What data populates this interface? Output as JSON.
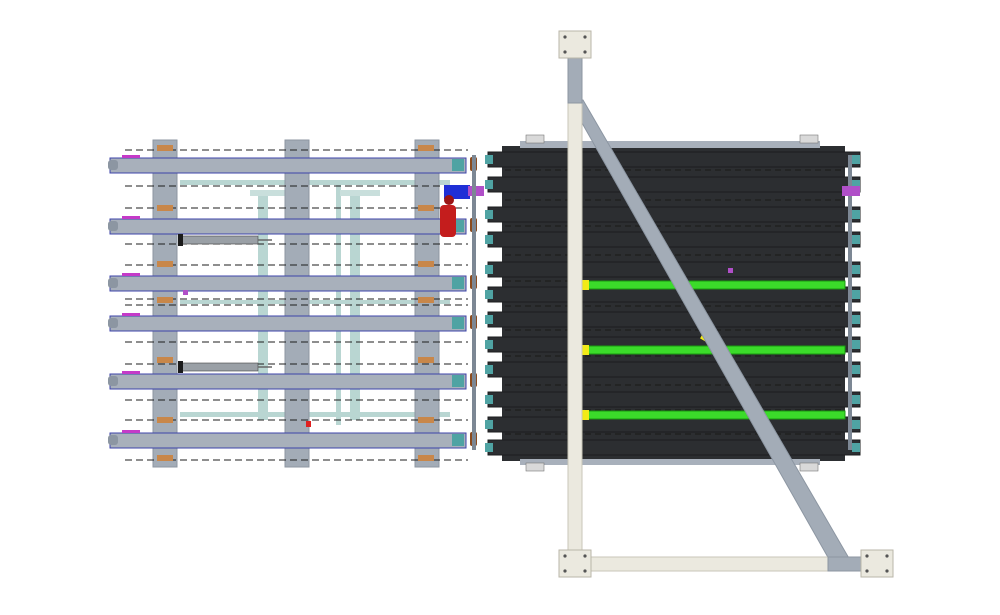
{
  "view": {
    "background": "#ffffff",
    "description_label": ""
  },
  "colors": {
    "frame_gray": "#a3acb7",
    "frame_gray_dark": "#8c96a2",
    "belt_dark": "#2c2e31",
    "belt_dark_edge": "#1b1c1e",
    "cream_frame": "#ebe9df",
    "cream_edge": "#c9c6b8",
    "conveyor_bar": "#a8b0bb",
    "conveyor_bar_edge": "#3c43a8",
    "chain_dash": "#1e1e1e",
    "light_rail": "#b9d6d2",
    "green_guide": "#3bdb2a",
    "green_guide_edge": "#1a9a10",
    "yellow_marker": "#f2ea18",
    "orange_bracket": "#c8874a",
    "brown_roller": "#8a4b1f",
    "purple_mount": "#b04fc8",
    "magenta_end": "#c43ac8",
    "teal_end": "#4fa3a3",
    "blue_motor": "#1f2fd6",
    "red_motor": "#c41d1d",
    "red_small": "#e02020"
  },
  "components": {
    "left_conveyor": {
      "bar_count": 6,
      "cross_beam_count": 3
    },
    "right_conveyor": {
      "belt_count": 12,
      "green_guide_count": 3
    },
    "support_frame": {
      "vertical_post": 1,
      "diagonal_brace": 1,
      "base_rail": 1,
      "foot_plates": 3
    }
  }
}
